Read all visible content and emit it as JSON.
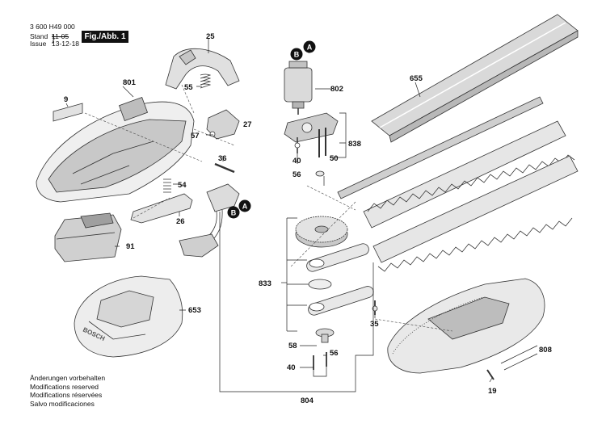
{
  "header": {
    "doc_number": "3 600 H49 000",
    "stand_label": "Stand",
    "stand_value": "11-05",
    "issue_label": "Issue",
    "issue_value": "13-12-18",
    "figure_badge": "Fig./Abb. 1"
  },
  "notes": [
    "Änderungen vorbehalten",
    "Modifications reserved",
    "Modifications réservées",
    "Salvo modificaciones"
  ],
  "callouts": {
    "c25": "25",
    "c801": "801",
    "c55": "55",
    "c9": "9",
    "c27": "27",
    "c57": "57",
    "c36": "36",
    "c54": "54",
    "c26": "26",
    "c91": "91",
    "c653": "653",
    "c802": "802",
    "c838": "838",
    "c40": "40",
    "c50": "50",
    "c56a": "56",
    "c655": "655",
    "c833": "833",
    "c35": "35",
    "c58": "58",
    "c56b": "56",
    "c808": "808",
    "c19": "19",
    "c804": "804"
  },
  "markers": {
    "a": "A",
    "b": "B"
  },
  "brand_on_charger": "BOSCH"
}
